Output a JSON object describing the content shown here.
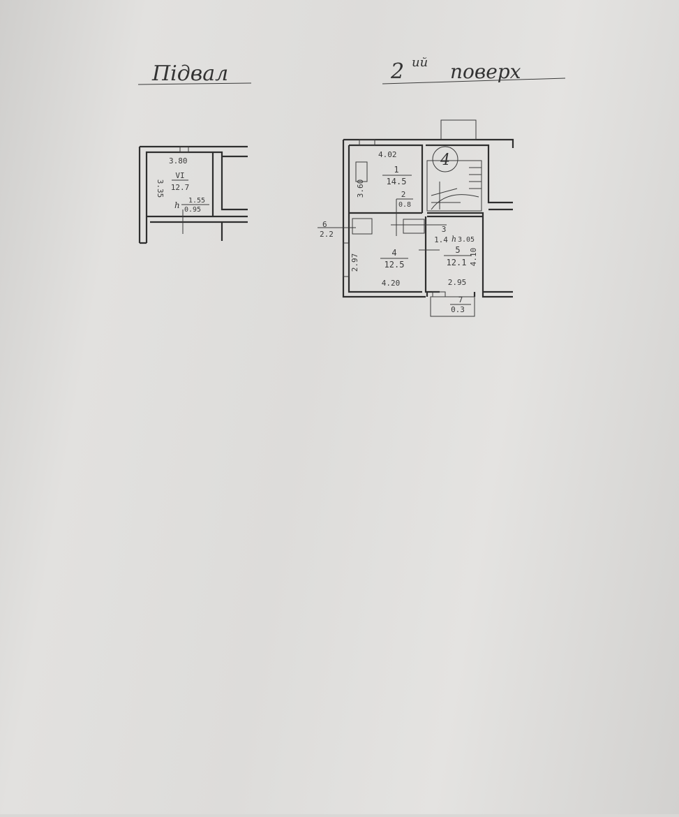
{
  "titles": {
    "basement": "Підвал",
    "second_floor": "2",
    "second_floor_sup": "ий",
    "second_floor_word": "поверх"
  },
  "basement": {
    "width": "3.80",
    "height": "3.35",
    "room_num": "VI",
    "room_area": "12.7",
    "h": "h",
    "depth_a": "1.55",
    "depth_b": "0.95"
  },
  "floor2": {
    "stair_label": "4",
    "room1": {
      "dim_top": "4.02",
      "num": "1",
      "area": "14.5",
      "dim_side": "3.60"
    },
    "room2": {
      "num": "2",
      "area": "0.8"
    },
    "room3": {
      "num": "3",
      "area": "1.4",
      "h": "h",
      "h_val": "3.05"
    },
    "room4": {
      "num": "4",
      "area": "12.5",
      "dim_side": "2.97",
      "dim_bottom": "4.20"
    },
    "room5": {
      "num": "5",
      "area": "12.1",
      "dim_side": "4.10",
      "dim_bottom": "2.95"
    },
    "room6": {
      "num": "6",
      "area": "2.2"
    },
    "room7": {
      "num": "7",
      "area": "0.3"
    }
  },
  "colors": {
    "paper": "#dddcda",
    "ink": "#2e2e2e"
  }
}
